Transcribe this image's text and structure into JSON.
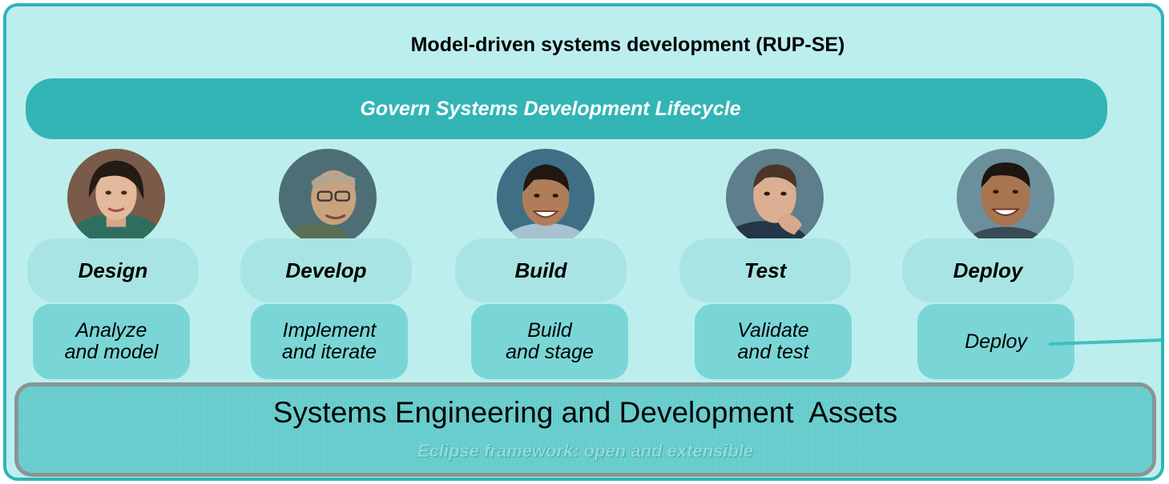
{
  "title": "Model-driven systems development (RUP-SE)",
  "govern": "Govern Systems Development Lifecycle",
  "phases": [
    {
      "label": "Design",
      "task": "Analyze\nand model"
    },
    {
      "label": "Develop",
      "task": "Implement\nand iterate"
    },
    {
      "label": "Build",
      "task": "Build\nand stage"
    },
    {
      "label": "Test",
      "task": "Validate\nand test"
    },
    {
      "label": "Deploy",
      "task": "Deploy"
    }
  ],
  "assets": {
    "title": "Systems Engineering and Development  Assets",
    "subtitle": "Eclipse framework: open and extensible"
  },
  "colors": {
    "frame": "#2fb5b5",
    "background": "#bdeeee",
    "govern_bar": "#33b5b5",
    "phase_pill": "#a9e4e4",
    "task_box": "#7ad6d6",
    "assets_box": "#5fcaca"
  }
}
